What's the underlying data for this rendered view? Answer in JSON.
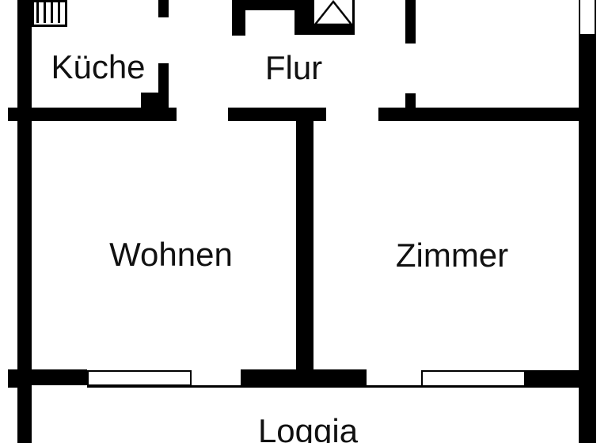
{
  "plan": {
    "type": "apartment-floor-plan",
    "rooms": [
      {
        "id": "kueche",
        "label": "Küche"
      },
      {
        "id": "flur",
        "label": "Flur"
      },
      {
        "id": "wohnen",
        "label": "Wohnen"
      },
      {
        "id": "zimmer",
        "label": "Zimmer"
      },
      {
        "id": "loggia",
        "label": "Loggia"
      }
    ],
    "symbols": [
      {
        "name": "radiator-hatch-box",
        "location": "kitchen-top-left"
      },
      {
        "name": "shaft-triangle-box",
        "location": "hall-top"
      },
      {
        "name": "window",
        "location": "top-right-wall"
      },
      {
        "name": "window",
        "location": "living-room-bottom-wall"
      },
      {
        "name": "window",
        "location": "room-bottom-wall"
      }
    ],
    "colors": {
      "wall": "#000000",
      "background": "#ffffff",
      "text": "#111111"
    }
  }
}
